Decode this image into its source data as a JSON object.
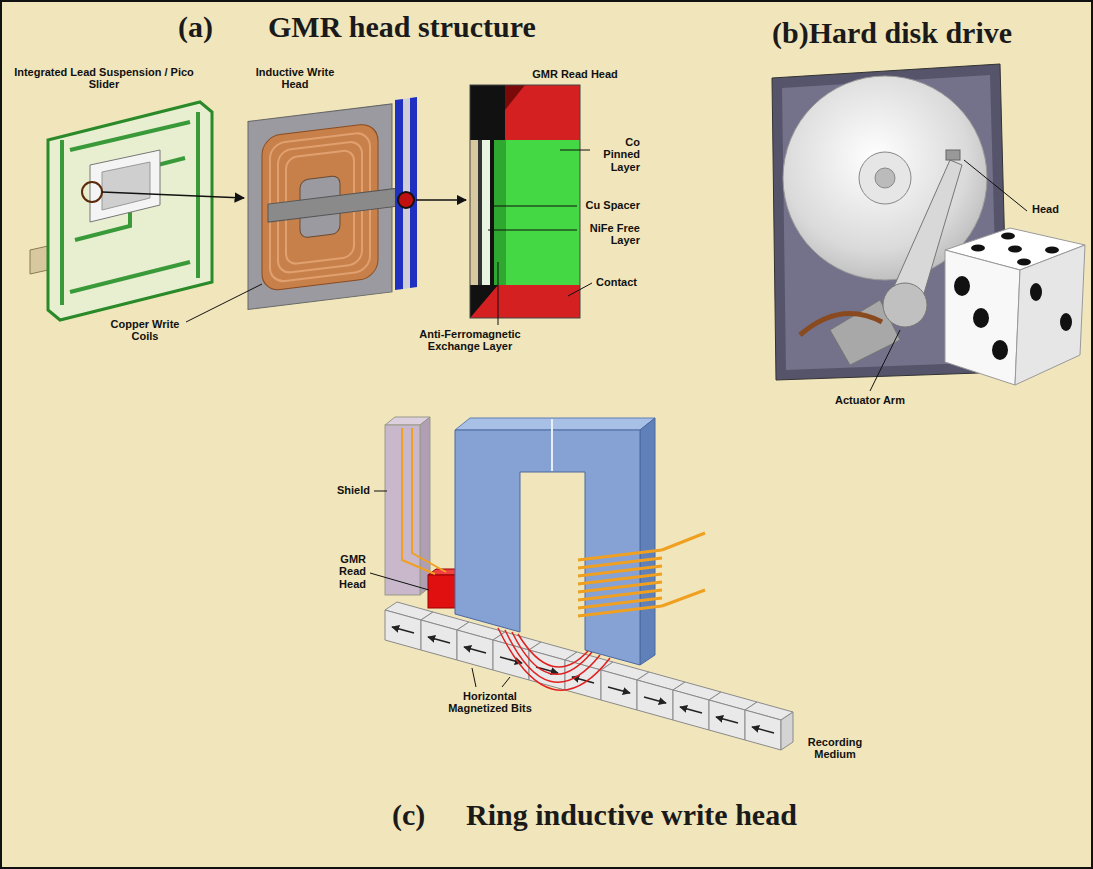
{
  "diagram": {
    "labels": [
      "(a)",
      "GMR head structure",
      "(b)Hard disk drive",
      "Integrated Lead Suspension / Pico Slider",
      "Inductive Write Head",
      "GMR Read Head",
      "Co Pinned Layer",
      "Cu Spacer",
      "NiFe Free Layer",
      "Contact",
      "Anti-Ferromagnetic Exchange Layer",
      "Copper Write Coils",
      "Head",
      "Actuator Arm",
      "Shield",
      "GMR Read Head",
      "Horizontal Magnetized Bits",
      "Recording Medium",
      "(c)",
      "Ring inductive write head"
    ]
  }
}
